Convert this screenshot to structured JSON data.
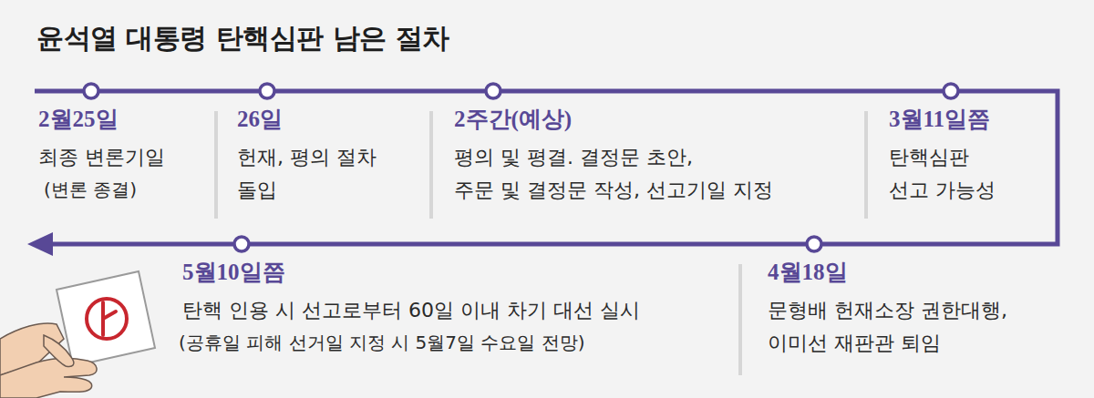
{
  "diagram": {
    "title": "윤석열 대통령 탄핵심판 남은 절차",
    "labels": [
      "2월25일",
      "최종 변론기일",
      "(변론 종결)",
      "26일",
      "헌재, 평의 절차",
      "돌입",
      "2주간(예상)",
      "평의 및 평결. 결정문 초안,",
      "주문 및 결정문 작성, 선고기일 지정",
      "3월11일쯤",
      "탄핵심판",
      "선고 가능성",
      "4월18일",
      "문형배 헌재소장 권한대행,",
      "이미선 재판관 퇴임",
      "5월10일쯤",
      "탄핵 인용 시 선고로부터 60일 이내 차기 대선 실시",
      "(공휴일 피해 선거일 지정 시 5월7일 수요일 전망)"
    ]
  }
}
